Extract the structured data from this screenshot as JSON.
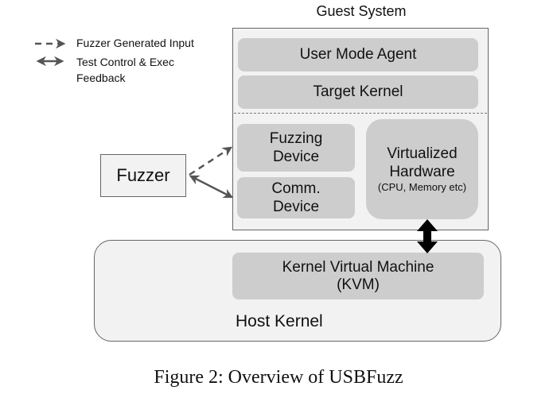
{
  "guest_system": {
    "title": "Guest System",
    "user_mode_agent": "User Mode Agent",
    "target_kernel": "Target Kernel",
    "fuzzing_device": [
      "Fuzzing",
      "Device"
    ],
    "comm_device": [
      "Comm.",
      "Device"
    ],
    "virtualized_hardware": [
      "Virtualized",
      "Hardware",
      "(CPU, Memory etc)"
    ]
  },
  "fuzzer": {
    "label": "Fuzzer"
  },
  "host": {
    "label": "Host Kernel",
    "kvm": [
      "Kernel Virtual Machine",
      "(KVM)"
    ]
  },
  "legend": {
    "dashed_arrow": "Fuzzer Generated Input",
    "double_arrow": [
      "Test Control & Exec",
      "Feedback"
    ]
  },
  "caption": "Figure 2: Overview of USBFuzz",
  "colors": {
    "component_fill": "#cdcdcd",
    "container_fill": "#f2f2f2",
    "arrow_gray": "#555555",
    "arrow_black": "#000000"
  }
}
